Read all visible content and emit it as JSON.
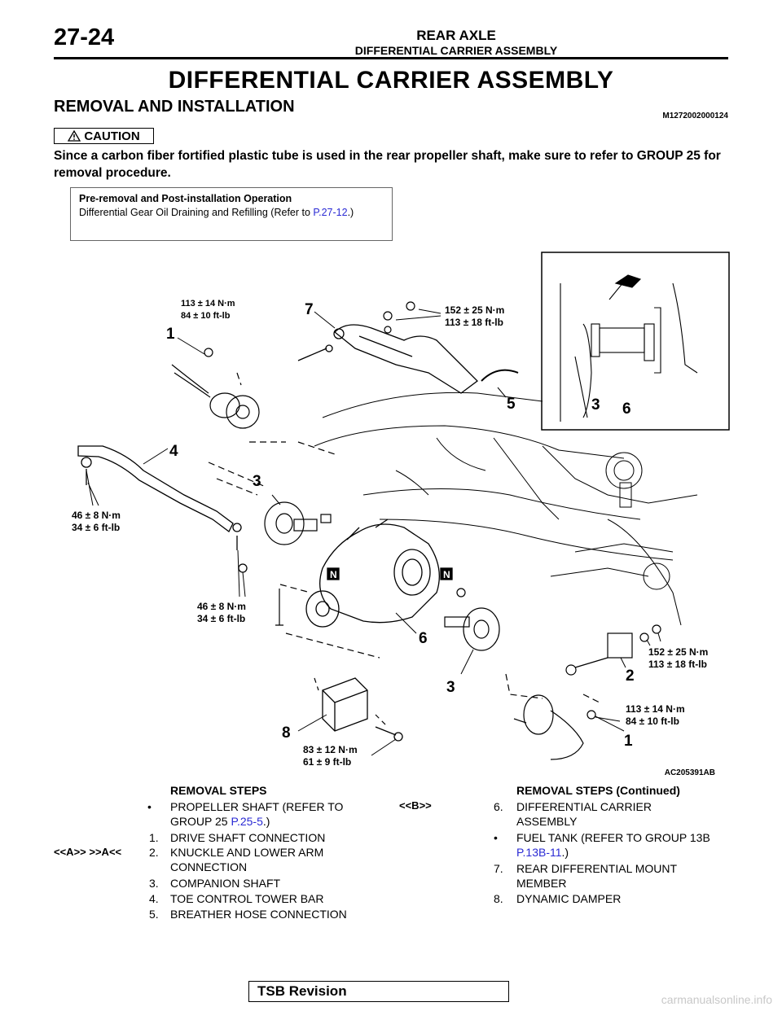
{
  "header": {
    "page_number": "27-24",
    "section": "REAR AXLE",
    "subsection": "DIFFERENTIAL CARRIER ASSEMBLY"
  },
  "title": "DIFFERENTIAL CARRIER ASSEMBLY",
  "subtitle": "REMOVAL AND INSTALLATION",
  "doc_code": "M1272002000124",
  "caution": {
    "label": "CAUTION",
    "text": "Since a carbon fiber fortified plastic tube is used in the rear propeller shaft, make sure to refer to GROUP 25 for removal procedure."
  },
  "pre_removal": {
    "title": "Pre-removal and Post-installation Operation",
    "text": "Differential Gear Oil Draining and Refilling (Refer to ",
    "link": "P.27-12",
    "text_end": ".)"
  },
  "diagram": {
    "figure_id": "AC205391AB",
    "torques": [
      {
        "nm": "113 ± 14 N·m",
        "ftlb": "84 ± 10 ft-lb"
      },
      {
        "nm": "152 ± 25 N·m",
        "ftlb": "113 ± 18 ft-lb"
      },
      {
        "nm": "46 ± 8 N·m",
        "ftlb": "34 ± 6 ft-lb"
      },
      {
        "nm": "46 ± 8 N·m",
        "ftlb": "34 ± 6 ft-lb"
      },
      {
        "nm": "152 ± 25 N·m",
        "ftlb": "113 ± 18 ft-lb"
      },
      {
        "nm": "113 ± 14 N·m",
        "ftlb": "84 ± 10 ft-lb"
      },
      {
        "nm": "83 ± 12 N·m",
        "ftlb": "61 ± 9 ft-lb"
      }
    ],
    "callouts": [
      "1",
      "7",
      "5",
      "3",
      "6",
      "4",
      "3",
      "6",
      "3",
      "2",
      "8",
      "1"
    ],
    "n_marks": [
      "N",
      "N"
    ]
  },
  "removal_steps": {
    "heading": "REMOVAL STEPS",
    "items": [
      {
        "bullet": true,
        "text": "PROPELLER SHAFT (REFER TO GROUP 25 ",
        "link": "P.25-5",
        "end": ".)"
      },
      {
        "num": "1.",
        "text": "DRIVE SHAFT CONNECTION"
      },
      {
        "num": "2.",
        "text": "KNUCKLE AND LOWER ARM CONNECTION",
        "ref": "<<A>>    >>A<<"
      },
      {
        "num": "3.",
        "text": "COMPANION SHAFT"
      },
      {
        "num": "4.",
        "text": "TOE CONTROL TOWER BAR"
      },
      {
        "num": "5.",
        "text": "BREATHER HOSE CONNECTION"
      }
    ]
  },
  "removal_steps_cont": {
    "heading": "REMOVAL STEPS (Continued)",
    "items": [
      {
        "num": "6.",
        "text": "DIFFERENTIAL CARRIER ASSEMBLY",
        "ref": "<<B>>"
      },
      {
        "bullet": true,
        "text": "FUEL TANK (REFER TO GROUP 13B ",
        "link": "P.13B-11",
        "end": ".)"
      },
      {
        "num": "7.",
        "text": "REAR DIFFERENTIAL MOUNT MEMBER"
      },
      {
        "num": "8.",
        "text": "DYNAMIC DAMPER"
      }
    ]
  },
  "footer": {
    "tsb": "TSB Revision",
    "watermark": "carmanualsonline.info"
  }
}
